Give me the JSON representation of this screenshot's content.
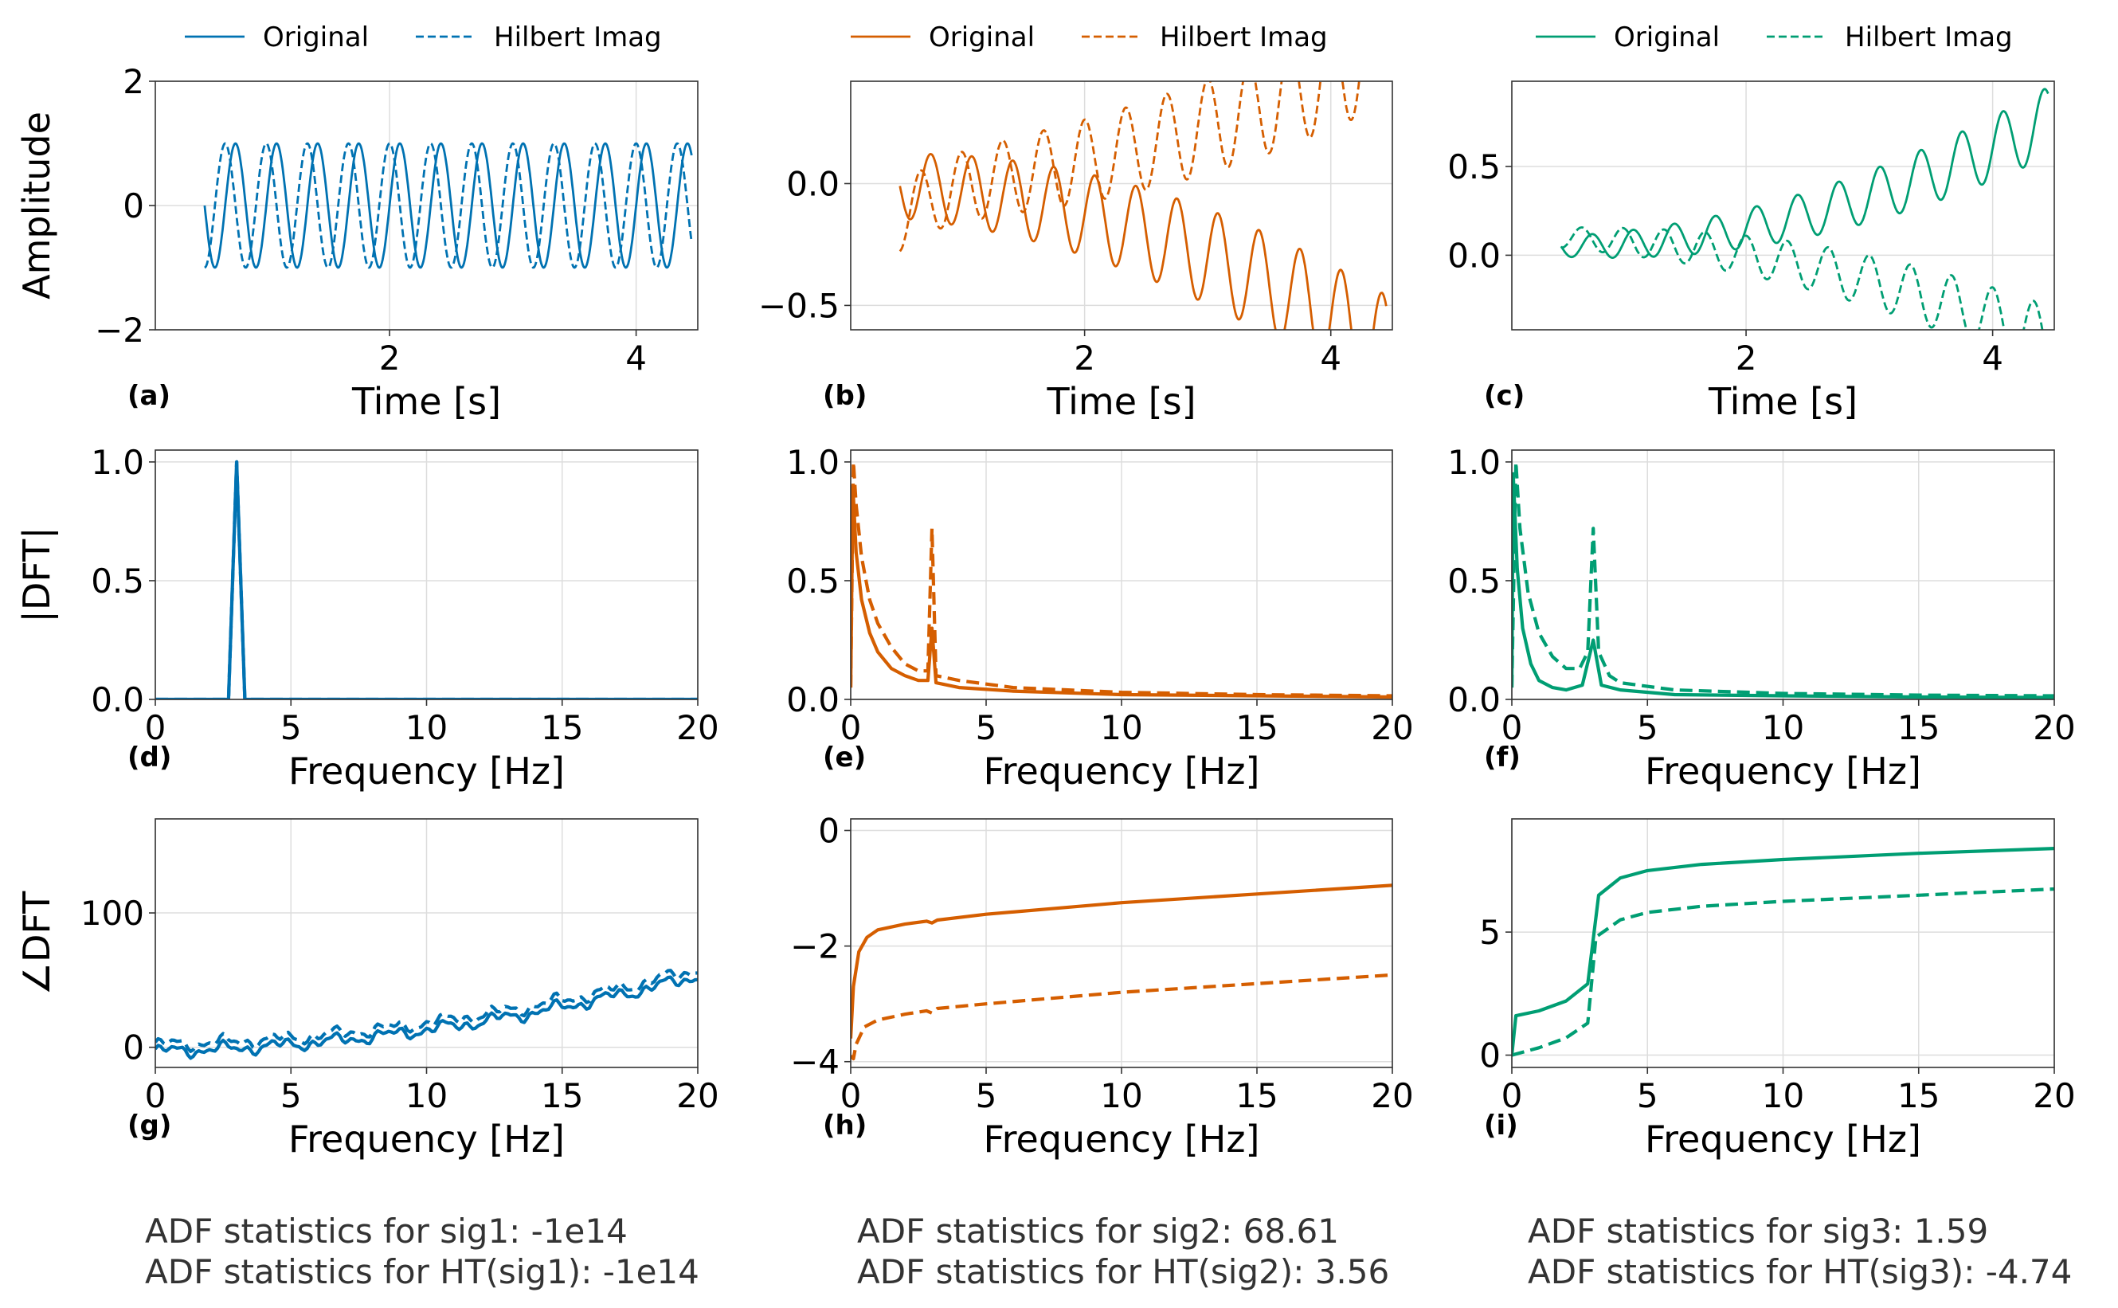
{
  "colors": {
    "sig1": "#0072b2",
    "sig2": "#d55e00",
    "sig3": "#009e73"
  },
  "legend": {
    "original": "Original",
    "hilbert": "Hilbert Imag"
  },
  "axis_labels": {
    "time": "Time [s]",
    "frequency": "Frequency [Hz]",
    "amplitude": "Amplitude",
    "dft_mag": "|DFT|",
    "dft_phase": "∠DFT"
  },
  "stats": {
    "col1": [
      "ADF statistics for sig1: -1e14",
      "ADF statistics for HT(sig1): -1e14"
    ],
    "col2": [
      "ADF statistics for sig2: 68.61",
      "ADF statistics for HT(sig2): 3.56"
    ],
    "col3": [
      "ADF statistics for sig3: 1.59",
      "ADF statistics for HT(sig3): -4.74"
    ]
  },
  "chart_data": [
    {
      "panel": "(a)",
      "type": "line",
      "xlabel": "Time [s]",
      "ylabel": "Amplitude",
      "xlim": [
        0.1,
        4.5
      ],
      "ylim": [
        -2,
        2
      ],
      "xticks": [
        2,
        4
      ],
      "yticks": [
        -2,
        0,
        2
      ],
      "ytick_labels": [
        "−2",
        "0",
        "2"
      ],
      "grid": true,
      "legend": "top",
      "x": {
        "start": 0.5,
        "end": 4.45,
        "n": 600
      },
      "series": [
        {
          "name": "Original",
          "style": "solid",
          "expr": "sin",
          "freq": 3
        },
        {
          "name": "Hilbert Imag",
          "style": "dashed",
          "expr": "cos",
          "freq": 3
        }
      ]
    },
    {
      "panel": "(b)",
      "type": "line",
      "xlabel": "Time [s]",
      "ylabel": "",
      "xlim": [
        0.1,
        4.5
      ],
      "ylim": [
        -0.6,
        0.42
      ],
      "xticks": [
        2,
        4
      ],
      "yticks": [
        -0.5,
        0
      ],
      "ytick_labels": [
        "−0.5",
        "0.0"
      ],
      "grid": true,
      "legend": "top",
      "x": {
        "start": 0.5,
        "end": 4.45,
        "n": 600
      },
      "series": [
        {
          "name": "Original",
          "style": "solid",
          "expr": "sig2",
          "freq": 3
        },
        {
          "name": "Hilbert Imag",
          "style": "dashed",
          "expr": "sig2h",
          "freq": 3
        }
      ]
    },
    {
      "panel": "(c)",
      "type": "line",
      "xlabel": "Time [s]",
      "ylabel": "",
      "xlim": [
        0.1,
        4.5
      ],
      "ylim": [
        -0.42,
        0.98
      ],
      "xticks": [
        2,
        4
      ],
      "yticks": [
        0,
        0.5
      ],
      "ytick_labels": [
        "0.0",
        "0.5"
      ],
      "grid": true,
      "legend": "top",
      "x": {
        "start": 0.5,
        "end": 4.45,
        "n": 600
      },
      "series": [
        {
          "name": "Original",
          "style": "solid",
          "expr": "sig3",
          "freq": 3
        },
        {
          "name": "Hilbert Imag",
          "style": "dashed",
          "expr": "sig3h",
          "freq": 3
        }
      ]
    },
    {
      "panel": "(d)",
      "type": "line",
      "xlabel": "Frequency [Hz]",
      "ylabel": "|DFT|",
      "xlim": [
        0,
        20
      ],
      "ylim": [
        0,
        1.05
      ],
      "xticks": [
        0,
        5,
        10,
        15,
        20
      ],
      "yticks": [
        0,
        0.5,
        1
      ],
      "ytick_labels": [
        "0.0",
        "0.5",
        "1.0"
      ],
      "grid": true,
      "series": [
        {
          "name": "Original",
          "style": "solid",
          "points": [
            [
              0,
              0
            ],
            [
              2.7,
              0
            ],
            [
              3,
              1
            ],
            [
              3.3,
              0
            ],
            [
              20,
              0
            ]
          ]
        },
        {
          "name": "Hilbert Imag",
          "style": "dashed",
          "points": [
            [
              0,
              0
            ],
            [
              2.7,
              0
            ],
            [
              3,
              1
            ],
            [
              3.3,
              0
            ],
            [
              20,
              0
            ]
          ]
        }
      ]
    },
    {
      "panel": "(e)",
      "type": "line",
      "xlabel": "Frequency [Hz]",
      "ylabel": "",
      "xlim": [
        0,
        20
      ],
      "ylim": [
        0,
        1.05
      ],
      "xticks": [
        0,
        5,
        10,
        15,
        20
      ],
      "yticks": [
        0,
        0.5,
        1
      ],
      "ytick_labels": [
        "0.0",
        "0.5",
        "1.0"
      ],
      "grid": true,
      "series": [
        {
          "name": "Original",
          "style": "solid",
          "points": [
            [
              0,
              0.05
            ],
            [
              0.08,
              0.9
            ],
            [
              0.2,
              0.62
            ],
            [
              0.4,
              0.42
            ],
            [
              0.7,
              0.28
            ],
            [
              1,
              0.2
            ],
            [
              1.5,
              0.13
            ],
            [
              2,
              0.1
            ],
            [
              2.5,
              0.08
            ],
            [
              2.85,
              0.08
            ],
            [
              3,
              0.3
            ],
            [
              3.15,
              0.07
            ],
            [
              4,
              0.05
            ],
            [
              6,
              0.035
            ],
            [
              10,
              0.02
            ],
            [
              15,
              0.015
            ],
            [
              20,
              0.01
            ]
          ]
        },
        {
          "name": "Hilbert Imag",
          "style": "dashed",
          "points": [
            [
              0,
              0.05
            ],
            [
              0.1,
              1.0
            ],
            [
              0.2,
              0.82
            ],
            [
              0.4,
              0.6
            ],
            [
              0.7,
              0.42
            ],
            [
              1,
              0.32
            ],
            [
              1.5,
              0.22
            ],
            [
              2,
              0.15
            ],
            [
              2.5,
              0.12
            ],
            [
              2.85,
              0.12
            ],
            [
              3,
              0.72
            ],
            [
              3.15,
              0.1
            ],
            [
              4,
              0.08
            ],
            [
              6,
              0.05
            ],
            [
              10,
              0.03
            ],
            [
              15,
              0.02
            ],
            [
              20,
              0.015
            ]
          ]
        }
      ]
    },
    {
      "panel": "(f)",
      "type": "line",
      "xlabel": "Frequency [Hz]",
      "ylabel": "",
      "xlim": [
        0,
        20
      ],
      "ylim": [
        0,
        1.05
      ],
      "xticks": [
        0,
        5,
        10,
        15,
        20
      ],
      "yticks": [
        0,
        0.5,
        1
      ],
      "ytick_labels": [
        "0.0",
        "0.5",
        "1.0"
      ],
      "grid": true,
      "series": [
        {
          "name": "Original",
          "style": "solid",
          "points": [
            [
              0,
              0.05
            ],
            [
              0.05,
              0.95
            ],
            [
              0.2,
              0.55
            ],
            [
              0.4,
              0.3
            ],
            [
              0.7,
              0.15
            ],
            [
              1,
              0.08
            ],
            [
              1.5,
              0.05
            ],
            [
              2,
              0.04
            ],
            [
              2.6,
              0.06
            ],
            [
              3,
              0.25
            ],
            [
              3.3,
              0.06
            ],
            [
              4,
              0.04
            ],
            [
              6,
              0.02
            ],
            [
              10,
              0.015
            ],
            [
              15,
              0.01
            ],
            [
              20,
              0.008
            ]
          ]
        },
        {
          "name": "Hilbert Imag",
          "style": "dashed",
          "points": [
            [
              0,
              0.05
            ],
            [
              0.15,
              1.0
            ],
            [
              0.3,
              0.72
            ],
            [
              0.6,
              0.45
            ],
            [
              1,
              0.28
            ],
            [
              1.5,
              0.18
            ],
            [
              2,
              0.13
            ],
            [
              2.5,
              0.13
            ],
            [
              2.8,
              0.2
            ],
            [
              3,
              0.72
            ],
            [
              3.2,
              0.2
            ],
            [
              3.6,
              0.1
            ],
            [
              4,
              0.07
            ],
            [
              6,
              0.04
            ],
            [
              10,
              0.025
            ],
            [
              15,
              0.018
            ],
            [
              20,
              0.015
            ]
          ]
        }
      ]
    },
    {
      "panel": "(g)",
      "type": "line",
      "xlabel": "Frequency [Hz]",
      "ylabel": "∠DFT",
      "xlim": [
        0,
        20
      ],
      "ylim": [
        -15,
        170
      ],
      "xticks": [
        0,
        5,
        10,
        15,
        20
      ],
      "yticks": [
        0,
        100
      ],
      "ytick_labels": [
        "0",
        "100"
      ],
      "grid": true,
      "series": [
        {
          "name": "Original",
          "style": "solid",
          "expr": "phase1",
          "offset": 0
        },
        {
          "name": "Hilbert Imag",
          "style": "dashed",
          "expr": "phase1",
          "offset": 5
        }
      ]
    },
    {
      "panel": "(h)",
      "type": "line",
      "xlabel": "Frequency [Hz]",
      "ylabel": "",
      "xlim": [
        0,
        20
      ],
      "ylim": [
        -4.1,
        0.2
      ],
      "xticks": [
        0,
        5,
        10,
        15,
        20
      ],
      "yticks": [
        -4,
        -2,
        0
      ],
      "ytick_labels": [
        "−4",
        "−2",
        "0"
      ],
      "grid": true,
      "series": [
        {
          "name": "Original",
          "style": "solid",
          "points": [
            [
              0,
              -3.6
            ],
            [
              0.1,
              -2.7
            ],
            [
              0.3,
              -2.1
            ],
            [
              0.6,
              -1.85
            ],
            [
              1,
              -1.72
            ],
            [
              2,
              -1.62
            ],
            [
              2.8,
              -1.57
            ],
            [
              3,
              -1.6
            ],
            [
              3.2,
              -1.55
            ],
            [
              5,
              -1.45
            ],
            [
              10,
              -1.25
            ],
            [
              15,
              -1.1
            ],
            [
              20,
              -0.95
            ]
          ]
        },
        {
          "name": "Hilbert Imag",
          "style": "dashed",
          "points": [
            [
              0,
              -3.9
            ],
            [
              0.1,
              -3.95
            ],
            [
              0.2,
              -3.7
            ],
            [
              0.5,
              -3.4
            ],
            [
              1,
              -3.28
            ],
            [
              2,
              -3.18
            ],
            [
              2.8,
              -3.12
            ],
            [
              3,
              -3.16
            ],
            [
              3.2,
              -3.08
            ],
            [
              5,
              -3.0
            ],
            [
              10,
              -2.8
            ],
            [
              15,
              -2.65
            ],
            [
              20,
              -2.5
            ]
          ]
        }
      ]
    },
    {
      "panel": "(i)",
      "type": "line",
      "xlabel": "Frequency [Hz]",
      "ylabel": "",
      "xlim": [
        0,
        20
      ],
      "ylim": [
        -0.5,
        9.6
      ],
      "xticks": [
        0,
        5,
        10,
        15,
        20
      ],
      "yticks": [
        0,
        5
      ],
      "ytick_labels": [
        "0",
        "5"
      ],
      "grid": true,
      "series": [
        {
          "name": "Original",
          "style": "solid",
          "points": [
            [
              0,
              0
            ],
            [
              0.15,
              1.6
            ],
            [
              1,
              1.8
            ],
            [
              2,
              2.2
            ],
            [
              2.8,
              2.9
            ],
            [
              3.2,
              6.5
            ],
            [
              4,
              7.2
            ],
            [
              5,
              7.5
            ],
            [
              7,
              7.75
            ],
            [
              10,
              7.95
            ],
            [
              15,
              8.2
            ],
            [
              20,
              8.4
            ]
          ]
        },
        {
          "name": "Hilbert Imag",
          "style": "dashed",
          "points": [
            [
              0,
              0
            ],
            [
              1,
              0.3
            ],
            [
              2,
              0.7
            ],
            [
              2.8,
              1.3
            ],
            [
              3.1,
              4.8
            ],
            [
              4,
              5.5
            ],
            [
              5,
              5.8
            ],
            [
              7,
              6.05
            ],
            [
              10,
              6.25
            ],
            [
              15,
              6.5
            ],
            [
              20,
              6.75
            ]
          ]
        }
      ]
    }
  ]
}
